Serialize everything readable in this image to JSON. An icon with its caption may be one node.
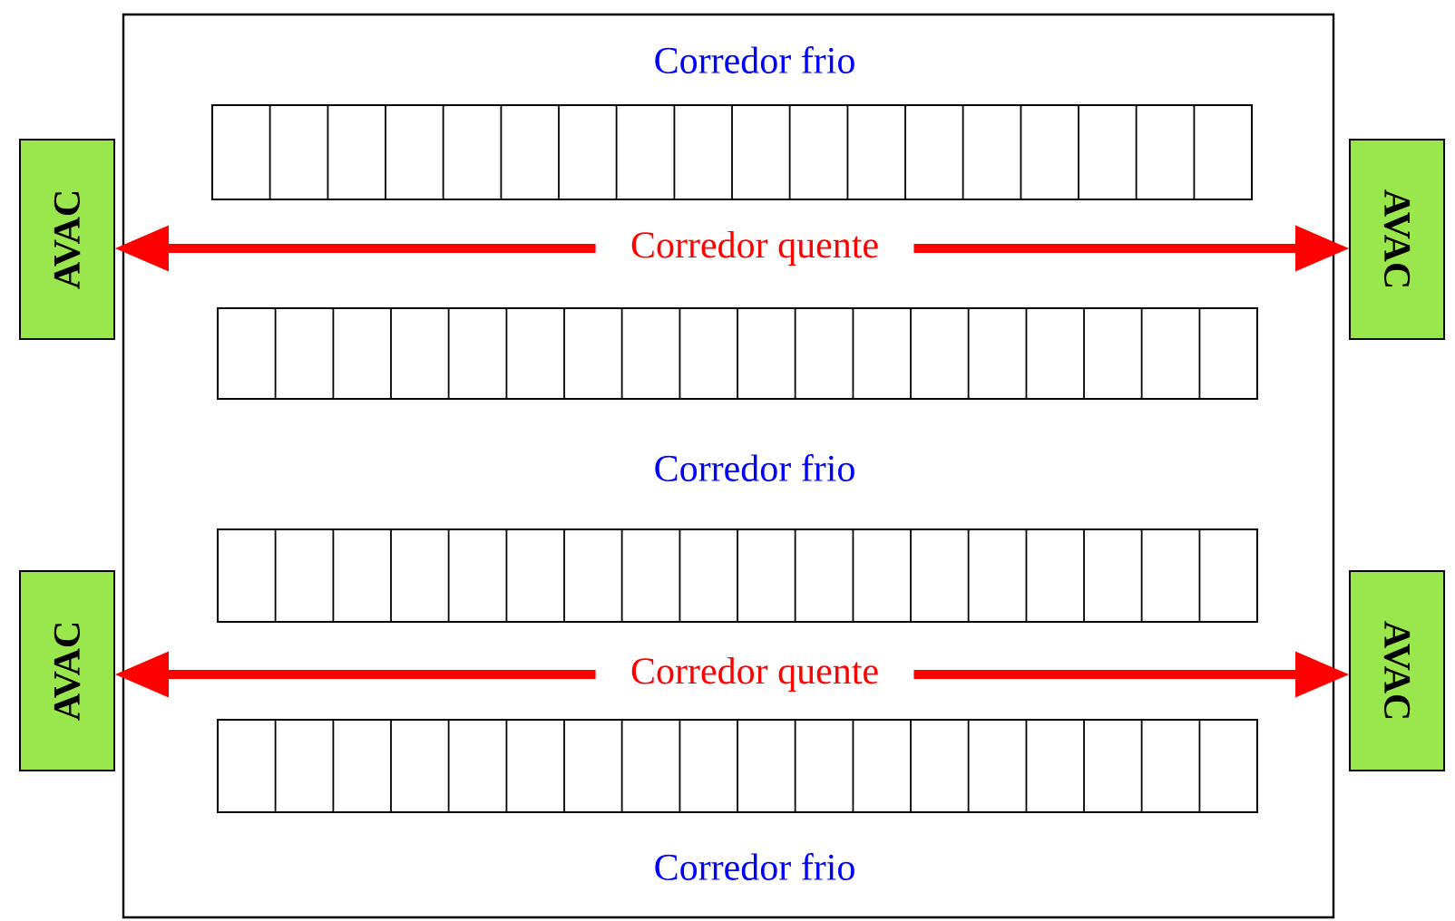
{
  "diagram": {
    "nodes": [
      {
        "text": [],
        "shape": "box"
      },
      {
        "text": [],
        "shape": "box",
        "in": 0
      },
      {
        "text": [
          "AVAC"
        ]
      },
      {
        "text": [
          "Corredor quente"
        ],
        "in": 0
      },
      {
        "text": [
          "AVAC"
        ]
      },
      {
        "text": [],
        "shape": "box",
        "in": 0
      },
      {
        "text": [],
        "shape": "box",
        "in": 0
      },
      {
        "text": [
          "AVAC"
        ]
      },
      {
        "text": [
          "Corredor quente"
        ],
        "in": 0
      },
      {
        "text": [
          "AVAC"
        ]
      },
      {
        "text": [],
        "shape": "box",
        "in": 0
      }
    ],
    "edges": [
      {
        "from": 3,
        "to": 2,
        "arrow": "to"
      },
      {
        "from": 3,
        "to": 4,
        "arrow": "to"
      },
      {
        "from": 8,
        "to": 7,
        "arrow": "to"
      },
      {
        "from": 8,
        "to": 9,
        "arrow": "to"
      }
    ],
    "labels": [
      "Corredor frio",
      "Corredor frio",
      "Corredor frio"
    ]
  }
}
